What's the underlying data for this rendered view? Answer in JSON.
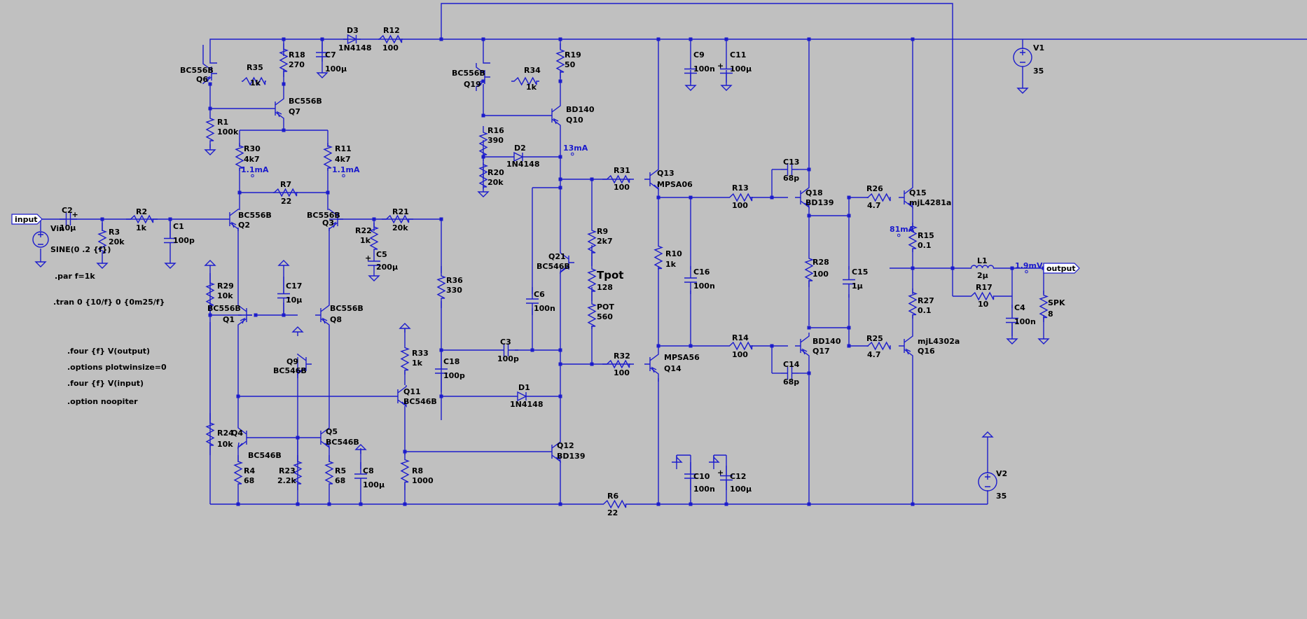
{
  "schematic": {
    "inputs": [
      {
        "id": "input",
        "label": "input"
      },
      {
        "id": "output",
        "label": "output"
      }
    ],
    "components": [
      {
        "id": "C2",
        "name": "C2",
        "value": "10µ"
      },
      {
        "id": "R3",
        "name": "R3",
        "value": "20k"
      },
      {
        "id": "R2",
        "name": "R2",
        "value": "1k"
      },
      {
        "id": "C1",
        "name": "C1",
        "value": "100p"
      },
      {
        "id": "Vin",
        "name": "Vin",
        "value": "SINE(0 .2 {f})"
      },
      {
        "id": "Q6",
        "name": "Q6",
        "value": "BC556B"
      },
      {
        "id": "R35",
        "name": "R35",
        "value": "1k"
      },
      {
        "id": "R18",
        "name": "R18",
        "value": "270"
      },
      {
        "id": "C7",
        "name": "C7",
        "value": "100µ"
      },
      {
        "id": "D3",
        "name": "D3",
        "value": "1N4148"
      },
      {
        "id": "R12",
        "name": "R12",
        "value": "100"
      },
      {
        "id": "Q7",
        "name": "Q7",
        "value": "BC556B"
      },
      {
        "id": "R1",
        "name": "R1",
        "value": "100k"
      },
      {
        "id": "R30",
        "name": "R30",
        "value": "4k7"
      },
      {
        "id": "R11",
        "name": "R11",
        "value": "4k7"
      },
      {
        "id": "R7",
        "name": "R7",
        "value": "22"
      },
      {
        "id": "Q2",
        "name": "Q2",
        "value": "BC556B"
      },
      {
        "id": "Q3",
        "name": "Q3",
        "value": "BC556B"
      },
      {
        "id": "R21",
        "name": "R21",
        "value": "20k"
      },
      {
        "id": "R22",
        "name": "R22",
        "value": "1k"
      },
      {
        "id": "C5",
        "name": "C5",
        "value": "200µ"
      },
      {
        "id": "R29",
        "name": "R29",
        "value": "10k"
      },
      {
        "id": "C17",
        "name": "C17",
        "value": "10µ"
      },
      {
        "id": "Q1",
        "name": "Q1",
        "value": "BC556B"
      },
      {
        "id": "Q8",
        "name": "Q8",
        "value": "BC556B"
      },
      {
        "id": "Q9",
        "name": "Q9",
        "value": "BC546B"
      },
      {
        "id": "Q4",
        "name": "Q4",
        "value": "BC546B"
      },
      {
        "id": "Q5",
        "name": "Q5",
        "value": "BC546B"
      },
      {
        "id": "R24",
        "name": "R24",
        "value": "10k"
      },
      {
        "id": "R4",
        "name": "R4",
        "value": "68"
      },
      {
        "id": "R23",
        "name": "R23",
        "value": "2.2k"
      },
      {
        "id": "R5",
        "name": "R5",
        "value": "68"
      },
      {
        "id": "C8",
        "name": "C8",
        "value": "100µ"
      },
      {
        "id": "R33",
        "name": "R33",
        "value": "1k"
      },
      {
        "id": "Q11",
        "name": "Q11",
        "value": "BC546B"
      },
      {
        "id": "R8",
        "name": "R8",
        "value": "1000"
      },
      {
        "id": "R36",
        "name": "R36",
        "value": "330"
      },
      {
        "id": "C18",
        "name": "C18",
        "value": "100p"
      },
      {
        "id": "C3",
        "name": "C3",
        "value": "100p"
      },
      {
        "id": "D1",
        "name": "D1",
        "value": "1N4148"
      },
      {
        "id": "Q12",
        "name": "Q12",
        "value": "BD139"
      },
      {
        "id": "Q19",
        "name": "Q19",
        "value": "BC556B"
      },
      {
        "id": "R34",
        "name": "R34",
        "value": "1k"
      },
      {
        "id": "R19",
        "name": "R19",
        "value": "50"
      },
      {
        "id": "Q10",
        "name": "Q10",
        "value": "BD140"
      },
      {
        "id": "R16",
        "name": "R16",
        "value": "390"
      },
      {
        "id": "D2",
        "name": "D2",
        "value": "1N4148"
      },
      {
        "id": "R20",
        "name": "R20",
        "value": "20k"
      },
      {
        "id": "R9",
        "name": "R9",
        "value": "2k7"
      },
      {
        "id": "Q21",
        "name": "Q21",
        "value": "BC546B"
      },
      {
        "id": "Tpot",
        "name": "Tpot",
        "value": "128"
      },
      {
        "id": "POT",
        "name": "POT",
        "value": "560"
      },
      {
        "id": "C6",
        "name": "C6",
        "value": "100n"
      },
      {
        "id": "R31",
        "name": "R31",
        "value": "100"
      },
      {
        "id": "R32",
        "name": "R32",
        "value": "100"
      },
      {
        "id": "Q13",
        "name": "Q13",
        "value": "MPSA06"
      },
      {
        "id": "Q14",
        "name": "Q14",
        "value": "MPSA56"
      },
      {
        "id": "C9",
        "name": "C9",
        "value": "100n"
      },
      {
        "id": "C11",
        "name": "C11",
        "value": "100µ"
      },
      {
        "id": "R10",
        "name": "R10",
        "value": "1k"
      },
      {
        "id": "C16",
        "name": "C16",
        "value": "100n"
      },
      {
        "id": "R13",
        "name": "R13",
        "value": "100"
      },
      {
        "id": "R14",
        "name": "R14",
        "value": "100"
      },
      {
        "id": "C13",
        "name": "C13",
        "value": "68p"
      },
      {
        "id": "C14",
        "name": "C14",
        "value": "68p"
      },
      {
        "id": "Q18",
        "name": "Q18",
        "value": "BD139"
      },
      {
        "id": "Q17",
        "name": "Q17",
        "value": "BD140"
      },
      {
        "id": "R28",
        "name": "R28",
        "value": "100"
      },
      {
        "id": "C15",
        "name": "C15",
        "value": "1µ"
      },
      {
        "id": "R26",
        "name": "R26",
        "value": "4.7"
      },
      {
        "id": "R25",
        "name": "R25",
        "value": "4.7"
      },
      {
        "id": "Q15",
        "name": "Q15",
        "value": "mjL4281a"
      },
      {
        "id": "Q16",
        "name": "Q16",
        "value": "mjL4302a"
      },
      {
        "id": "R15",
        "name": "R15",
        "value": "0.1"
      },
      {
        "id": "R27",
        "name": "R27",
        "value": "0.1"
      },
      {
        "id": "L1",
        "name": "L1",
        "value": "2µ"
      },
      {
        "id": "R17",
        "name": "R17",
        "value": "10"
      },
      {
        "id": "C4",
        "name": "C4",
        "value": "100n"
      },
      {
        "id": "SPK",
        "name": "SPK",
        "value": "8"
      },
      {
        "id": "V1",
        "name": "V1",
        "value": "35"
      },
      {
        "id": "V2",
        "name": "V2",
        "value": "35"
      },
      {
        "id": "C10",
        "name": "C10",
        "value": "100n"
      },
      {
        "id": "C12",
        "name": "C12",
        "value": "100µ"
      },
      {
        "id": "R6",
        "name": "R6",
        "value": "22"
      }
    ],
    "probes": [
      {
        "id": "I_R30",
        "text": "1.1mA"
      },
      {
        "id": "I_R11",
        "text": "1.1mA"
      },
      {
        "id": "I_Q10",
        "text": "13mA"
      },
      {
        "id": "I_R15",
        "text": "81mA"
      },
      {
        "id": "V_out",
        "text": "1.9mV"
      }
    ],
    "directives": [
      ".par f=1k",
      ".tran 0 {10/f} 0 {0m25/f}",
      ".four {f} V(output)",
      ".options plotwinsize=0",
      ".four {f} V(input)",
      ".option noopiter"
    ],
    "colors": {
      "background": "#c0c0c0",
      "wire": "#1c1ccc",
      "text": "#000000",
      "probe": "#1a1acc"
    }
  }
}
